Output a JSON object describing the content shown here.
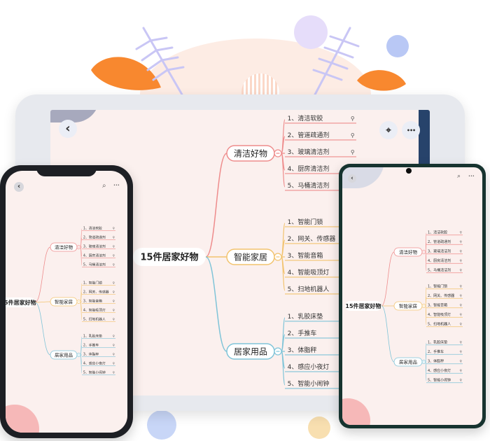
{
  "mindmap": {
    "root": "15件居家好物",
    "branches": [
      {
        "label": "清洁好物",
        "color": "#ee8c8c",
        "items": [
          "1、清洁软胶",
          "2、管道疏通剂",
          "3、玻璃清洁剂",
          "4、厨房清洁剂",
          "5、马桶清洁剂"
        ]
      },
      {
        "label": "智能家居",
        "color": "#f2c36e",
        "items": [
          "1、智能门锁",
          "2、网关、传感器",
          "3、智能音箱",
          "4、智能吸顶灯",
          "5、扫地机器人"
        ]
      },
      {
        "label": "居家用品",
        "color": "#7fc4d8",
        "items": [
          "1、乳胶床垫",
          "2、手推车",
          "3、体脂秤",
          "4、感应小夜灯",
          "5、智能小闹钟"
        ]
      }
    ]
  },
  "icons": {
    "back": "chevron-left-icon",
    "more": "more-icon",
    "pin": "pin-icon",
    "search": "search-icon",
    "link": "link-icon"
  },
  "glyphs": {
    "back": "‹",
    "more": "•••",
    "pin": "⌖",
    "search": "⌕",
    "link": "⚲"
  }
}
